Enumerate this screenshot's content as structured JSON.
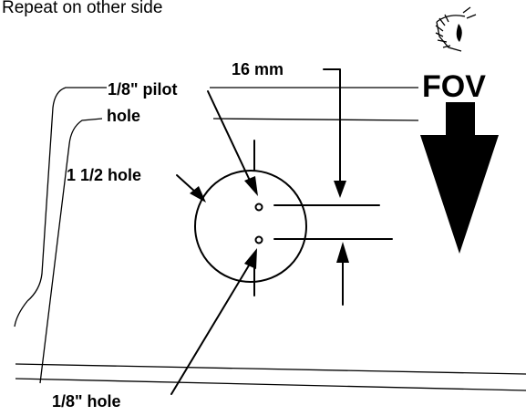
{
  "instruction": {
    "text": "Repeat on other side"
  },
  "labels": {
    "dimension": "16 mm",
    "pilot_hole_line1": "1/8\" pilot",
    "pilot_hole_line2": "hole",
    "large_hole": "1 1/2 hole",
    "small_hole": "1/8\" hole",
    "fov": "FOV"
  },
  "icons": {
    "eye": "eye-icon",
    "arrow": "down-arrow-icon"
  },
  "colors": {
    "ink": "#000000",
    "background": "#ffffff"
  }
}
